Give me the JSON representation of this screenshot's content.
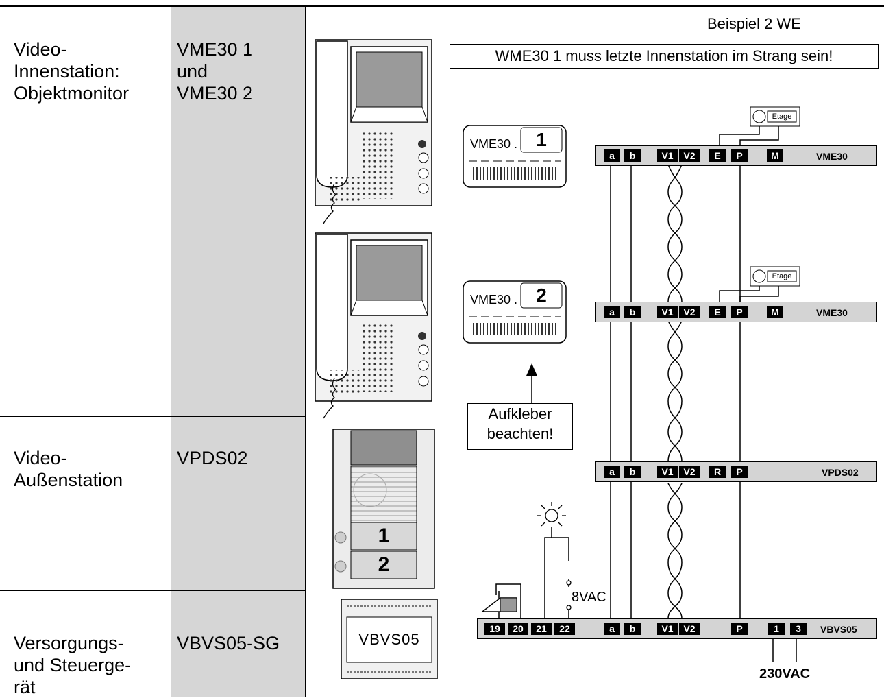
{
  "table": {
    "rows": [
      {
        "label": "Video-\nInnenstation:\nObjektmonitor",
        "type": "VME30 1\nund\nVME30 2"
      },
      {
        "label": "Video-\nAußenstation",
        "type": "VPDS02"
      },
      {
        "label": "Versorgungs-\nund Steuerge-\nrät",
        "type": "VBVS05-SG"
      }
    ]
  },
  "diagram": {
    "example_label": "Beispiel 2 WE",
    "warning": "WME30 1 muss letzte Innenstation im Strang sein!",
    "sticker_note": "Aufkleber\nbeachten!",
    "stickers": [
      {
        "prefix": "VME30 .",
        "number": "1"
      },
      {
        "prefix": "VME30 .",
        "number": "2"
      }
    ],
    "floor_button_label": "Etage",
    "buses": [
      {
        "name": "VME30",
        "terminals": [
          "a",
          "b",
          "V1",
          "V2",
          "E",
          "P",
          "M"
        ]
      },
      {
        "name": "VME30",
        "terminals": [
          "a",
          "b",
          "V1",
          "V2",
          "E",
          "P",
          "M"
        ]
      },
      {
        "name": "VPDS02",
        "terminals": [
          "a",
          "b",
          "V1",
          "V2",
          "R",
          "P"
        ]
      },
      {
        "name": "VBVS05",
        "terminals": [
          "19",
          "20",
          "21",
          "22",
          "a",
          "b",
          "V1",
          "V2",
          "P",
          "1",
          "3"
        ]
      }
    ],
    "voltage_8": "8VAC",
    "voltage_230": "230VAC",
    "panel_buttons": [
      "1",
      "2"
    ],
    "supply_unit_label": "VBVS05"
  }
}
